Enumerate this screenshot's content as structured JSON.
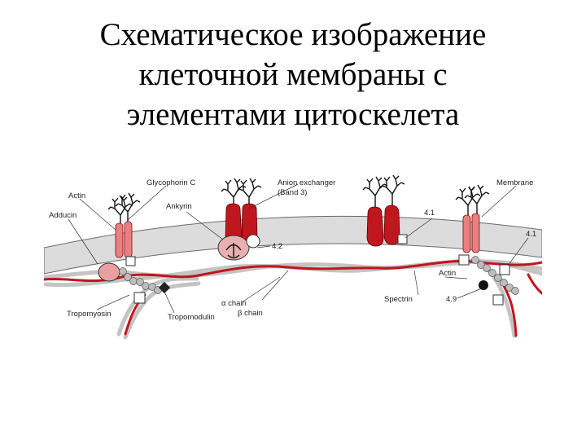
{
  "slide": {
    "title_lines": [
      "Схематическое изображение",
      "клеточной мембраны с",
      "элементами цитоскелета"
    ]
  },
  "diagram": {
    "labels": {
      "actin_left": "Actin",
      "adducin": "Adducin",
      "glycophorin": "Glycophorin C",
      "ankyrin": "Ankyrin",
      "anion_1": "Anion exchanger",
      "anion_2": "(Band 3)",
      "membrane": "Membrane",
      "p41_top": "4.1",
      "p41_right": "4.1",
      "p42": "4.2",
      "alpha": "α chain",
      "beta": "β chain",
      "spectrin": "Spectrin",
      "actin_right": "Actin",
      "p49": "4.9",
      "tropomyosin": "Tropomyosin",
      "tropomodulin": "Tropomodulin"
    },
    "colors": {
      "protein_red": "#c0161d",
      "spectrin_gray": "#c4c4c4",
      "membrane_gray": "#d9d9d9",
      "adducin_pink": "#e8a0a0",
      "glycophorin_pink": "#e88080"
    }
  }
}
